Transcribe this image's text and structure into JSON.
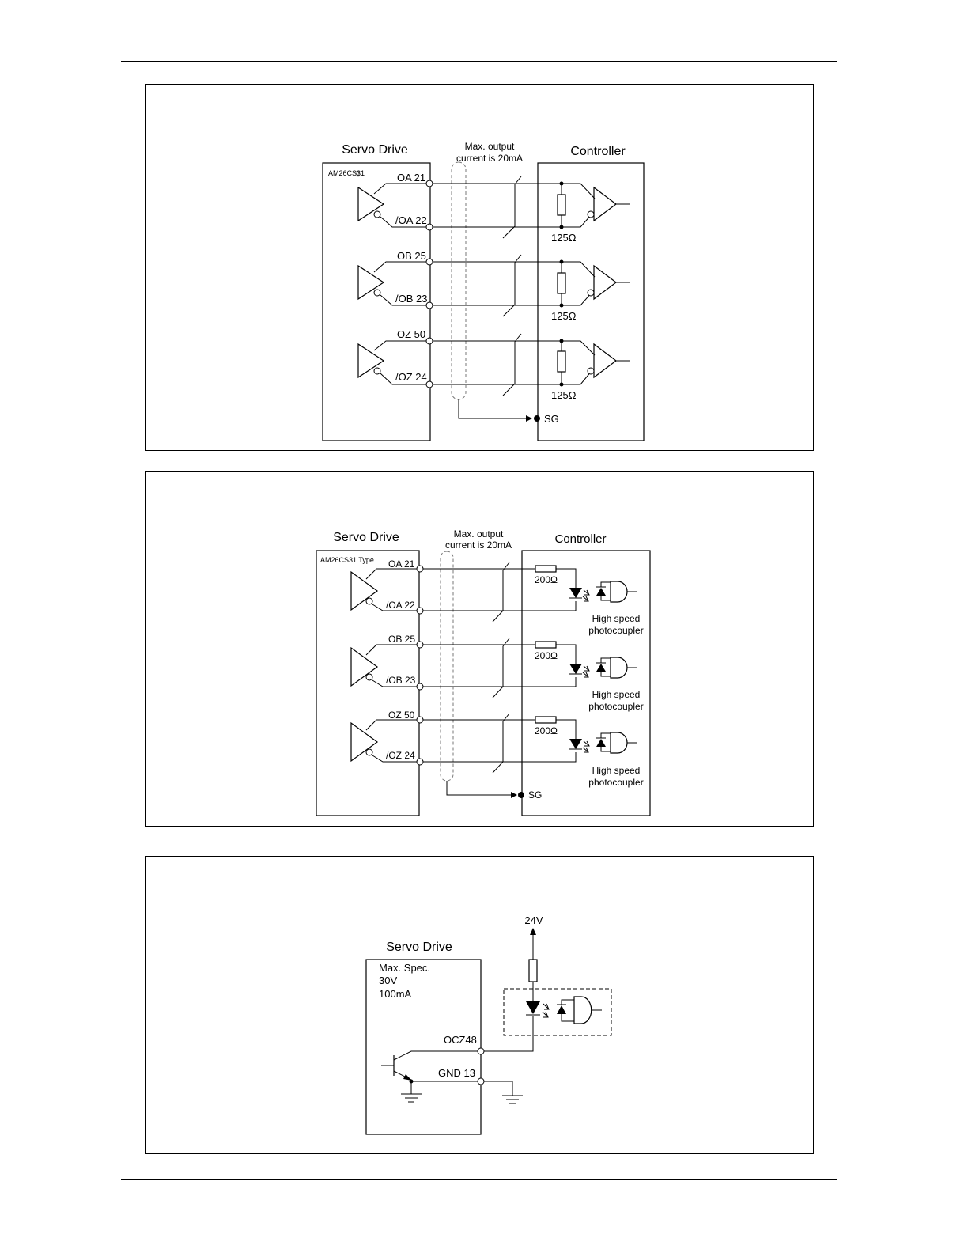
{
  "diagram1": {
    "servo_drive_title": "Servo Drive",
    "controller_title": "Controller",
    "driver_chip": "AM26CS31",
    "chip_glyph": "▯",
    "max_output": "Max. output",
    "max_current": "current is 20mA",
    "pins": {
      "oa": "OA 21",
      "noa": "/OA 22",
      "ob": "OB 25",
      "nob": "/OB 23",
      "oz": "OZ 50",
      "noz": "/OZ 24"
    },
    "resistor": "125Ω",
    "sg": "SG"
  },
  "diagram2": {
    "servo_drive_title": "Servo Drive",
    "controller_title": "Controller",
    "driver_chip": "AM26CS31 Type",
    "max_output": "Max. output",
    "max_current": "current is 20mA",
    "pins": {
      "oa": "OA 21",
      "noa": "/OA 22",
      "ob": "OB 25",
      "nob": "/OB 23",
      "oz": "OZ 50",
      "noz": "/OZ 24"
    },
    "resistor": "200Ω",
    "coupler_line1": "High speed",
    "coupler_line2": "photocoupler",
    "sg": "SG"
  },
  "diagram3": {
    "servo_drive_title": "Servo Drive",
    "spec_line1": "Max. Spec.",
    "spec_line2": "30V",
    "spec_line3": "100mA",
    "supply": "24V",
    "pin_ocz": "OCZ48",
    "pin_gnd": "GND 13"
  }
}
